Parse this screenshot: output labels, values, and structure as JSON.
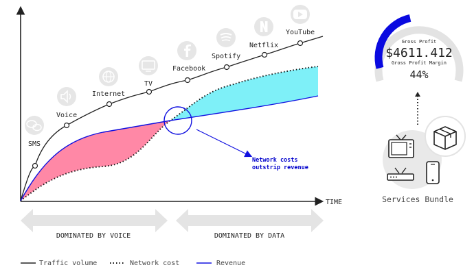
{
  "axes": {
    "x_label": "TIME"
  },
  "milestones": [
    {
      "label": "SMS",
      "icon": "sms-bubbles-icon"
    },
    {
      "label": "Voice",
      "icon": "speaker-icon"
    },
    {
      "label": "Internet",
      "icon": "globe-icon"
    },
    {
      "label": "TV",
      "icon": "tv-monitor-icon"
    },
    {
      "label": "Facebook",
      "icon": "facebook-icon"
    },
    {
      "label": "Spotify",
      "icon": "spotify-icon"
    },
    {
      "label": "Netflix",
      "icon": "netflix-icon"
    },
    {
      "label": "YouTube",
      "icon": "youtube-icon"
    }
  ],
  "annotation": {
    "line1": "Network costs",
    "line2": "outstrip revenue",
    "color": "#0000cc"
  },
  "phases": {
    "voice": "DOMINATED BY VOICE",
    "data": "DOMINATED BY DATA"
  },
  "legend": {
    "traffic": "Traffic volume",
    "network": "Network cost",
    "revenue": "Revenue"
  },
  "gauge": {
    "title": "Gross Profit",
    "value": "$4611.412",
    "margin_label": "Gross Profit Margin",
    "margin_value": "44%",
    "fill_fraction": 0.44,
    "color": "#0a0ae0"
  },
  "bundle": {
    "label": "Services Bundle"
  },
  "colors": {
    "loss_fill": "#ff88a6",
    "profit_fill": "#7ef0f8",
    "revenue_line": "#1010e0",
    "axis": "#222222",
    "arrow_band": "#e4e4e4"
  }
}
